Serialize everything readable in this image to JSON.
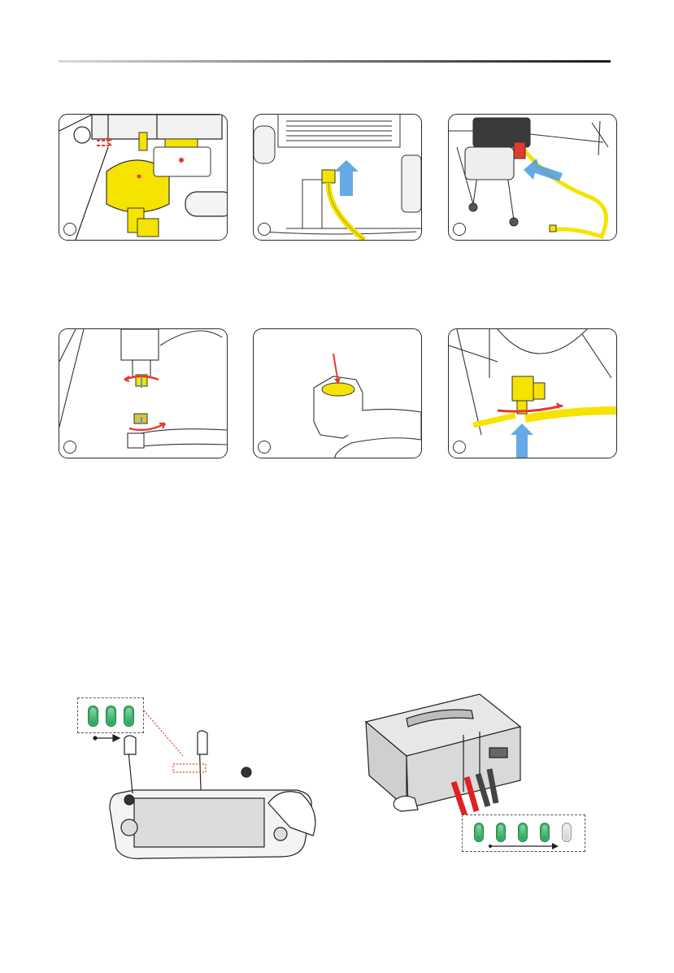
{
  "page": {
    "colors": {
      "yellow": "#f5e300",
      "red_arrow": "#e23a2e",
      "blue_arrow": "#4a9be0",
      "led_green": "#35b56b",
      "line": "#2b2b2b"
    }
  },
  "row1": [
    {
      "panel": "tank-and-valve",
      "icon": "spray-tank-illustration"
    },
    {
      "panel": "hose-connection-underside",
      "icon": "hose-arrow-up-illustration"
    },
    {
      "panel": "drone-hose-attach",
      "icon": "drone-with-hose-illustration"
    }
  ],
  "row2": [
    {
      "panel": "remove-plug",
      "icon": "unscrew-cap-illustration"
    },
    {
      "panel": "check-seal",
      "icon": "hex-nut-seal-illustration"
    },
    {
      "panel": "tighten-hose",
      "icon": "tighten-hose-illustration"
    }
  ],
  "remote": {
    "led_count": 3,
    "leds_on": 3,
    "icon": "remote-controller-illustration"
  },
  "battery": {
    "led_count": 5,
    "leds_on": 4,
    "icon": "battery-station-illustration"
  }
}
